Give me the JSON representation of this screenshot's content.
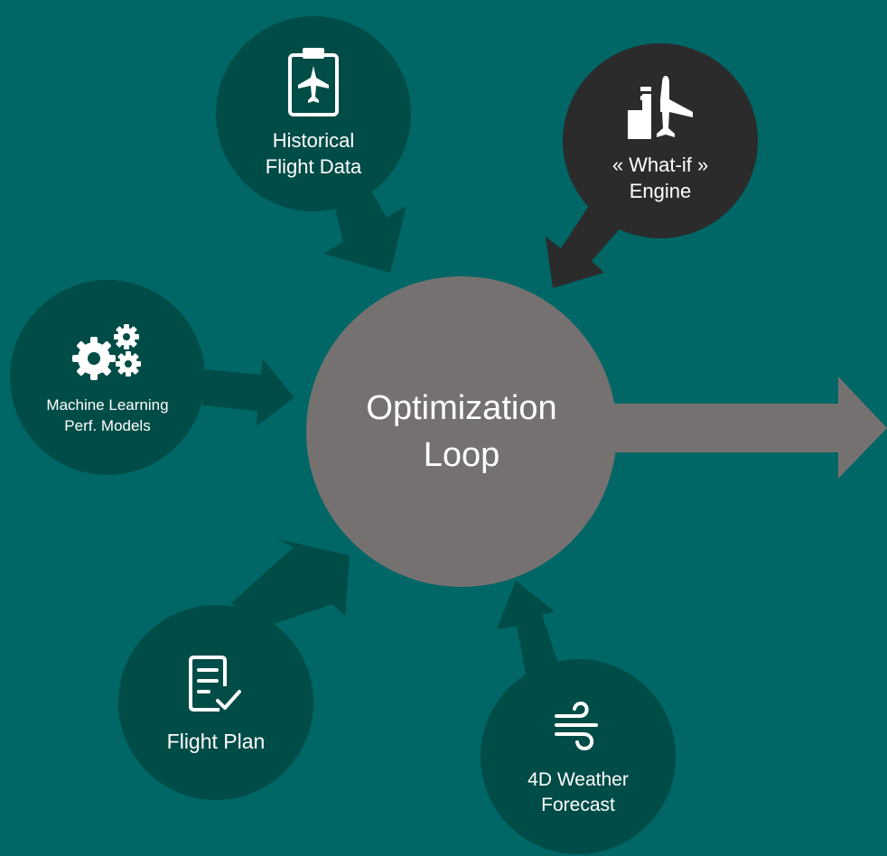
{
  "colors": {
    "background": "#006666",
    "node_fill": "#004c47",
    "engine_fill": "#2b2b2b",
    "center_fill": "#767171",
    "text": "#ffffff"
  },
  "center": {
    "line1": "Optimization",
    "line2": "Loop"
  },
  "nodes": {
    "historical": {
      "line1": "Historical",
      "line2": "Flight Data",
      "icon": "clipboard-plane-icon"
    },
    "whatif": {
      "line1": "« What-if »",
      "line2": "Engine",
      "icon": "airplane-icon"
    },
    "ml": {
      "line1": "Machine Learning",
      "line2": "Perf. Models",
      "icon": "gears-icon"
    },
    "flightplan": {
      "line1": "Flight Plan",
      "icon": "document-check-icon"
    },
    "weather": {
      "line1": "4D Weather",
      "line2": "Forecast",
      "icon": "wind-icon"
    }
  }
}
